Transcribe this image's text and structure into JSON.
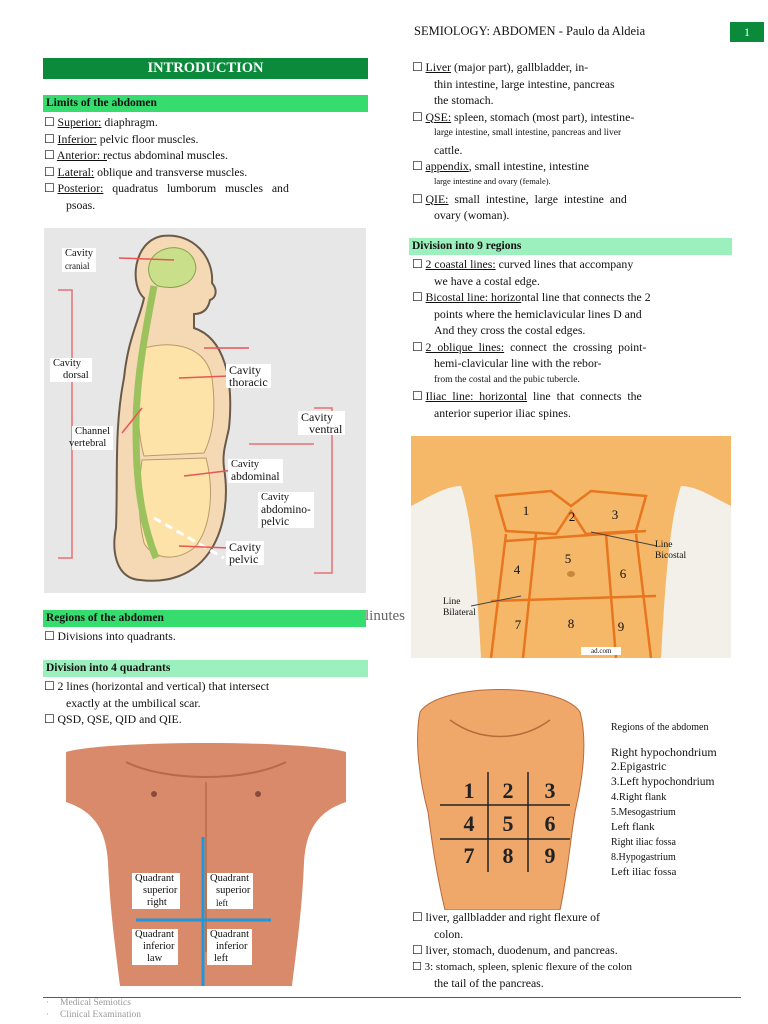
{
  "header": {
    "title": "SEMIOLOGY: ABDOMEN - Paulo da Aldeia",
    "page_number": "1"
  },
  "intro": {
    "title": "INTRODUCTION"
  },
  "limits": {
    "title": "Limits of the abdomen",
    "items": [
      {
        "u": "Superior:",
        "rest": " diaphragm."
      },
      {
        "u": "Inferior:",
        "rest": " pelvic floor muscles."
      },
      {
        "u": "Anterior: r",
        "rest": "ectus abdominal muscles."
      },
      {
        "u": "Lateral:",
        "rest": " oblique and transverse muscles."
      },
      {
        "u": "Posterior:",
        "rest": "   quadratus   lumborum   muscles   and"
      }
    ],
    "cont": "psoas."
  },
  "body_figure": {
    "cavity_cranial": [
      "Cavity",
      "cranial"
    ],
    "cavity_dorsal": [
      "Cavity",
      "dorsal"
    ],
    "channel_vertebral": [
      "Channel",
      "vertebral"
    ],
    "cavity_thoracic": [
      "Cavity",
      "thoracic"
    ],
    "cavity_ventral": [
      "Cavity",
      "ventral"
    ],
    "cavity_abdominal": [
      "Cavity",
      "abdominal"
    ],
    "cavity_abdominopelvic": [
      "Cavity",
      "abdomino-",
      "pelvic"
    ],
    "cavity_pelvic": [
      "Cavity",
      "pelvic"
    ]
  },
  "regions": {
    "title": "Regions of the abdomen",
    "item": "Divisions into quadrants."
  },
  "quadrants": {
    "title": "Division into 4 quadrants",
    "lines": [
      "2 lines (horizontal and vertical) that intersect",
      "exactly at the umbilical scar.",
      "QSD, QSE, QID and QIE."
    ]
  },
  "torso4": {
    "q1": [
      "Quadrant",
      "superior",
      "right"
    ],
    "q2": [
      "Quadrant",
      "superior",
      "left"
    ],
    "q3": [
      "Quadrant",
      "inferior",
      "law"
    ],
    "q4": [
      "Quadrant",
      "inferior",
      "left"
    ]
  },
  "organs": {
    "liver_u": "Liver",
    "liver_rest": " (major part), gallbladder, in-",
    "liver_l2": "thin intestine, large intestine, pancreas",
    "liver_l3": "the stomach.",
    "qse_u": "QSE:",
    "qse_rest": " spleen, stomach (most part), intestine-",
    "qse_l2": "large intestine, small intestine, pancreas and liver",
    "qse_l3": "cattle.",
    "app_u": "appendix",
    "app_rest": ", small intestine, intestine",
    "app_l2": "large intestine and ovary (female).",
    "qie_u": "QIE:",
    "qie_rest": "  small  intestine,  large  intestine  and",
    "qie_l2": "ovary (woman)."
  },
  "nine": {
    "title": "Division into 9 regions",
    "l1_u": "2 coastal lines:",
    "l1_rest": " curved lines that accompany",
    "l1_c": "we have a costal edge.",
    "l2_u": "Bicostal line: horizo",
    "l2_rest": "ntal line that connects the 2",
    "l2_c1": "points where the hemiclavicular lines D and",
    "l2_c2": "And they cross the costal edges.",
    "l3_u": "2  oblique  lines:",
    "l3_rest": "  connect  the  crossing  point-",
    "l3_c1": "hemi-clavicular line with the rebor-",
    "l3_c2": "from the costal and the pubic tubercle.",
    "l4_u": "Iliac  line:  horizontal",
    "l4_rest": "  line  that  connects  the",
    "l4_c": "anterior superior iliac spines."
  },
  "torso9": {
    "nums": [
      "1",
      "2",
      "3",
      "4",
      "5",
      "6",
      "7",
      "8",
      "9"
    ],
    "line_bicostal": [
      "Line",
      "Bicostal"
    ],
    "line_bilateral": [
      "Line",
      "Bilateral"
    ],
    "credit": "ad.com"
  },
  "grid9": {
    "nums": [
      "1",
      "2",
      "3",
      "4",
      "5",
      "6",
      "7",
      "8",
      "9"
    ]
  },
  "region_list": {
    "title": "Regions of the abdomen",
    "items": [
      "Right hypochondrium",
      "2.Epigastric",
      "3.Left hypochondrium",
      "4.Right flank",
      "5.Mesogastrium",
      "Left flank",
      "Right iliac fossa",
      "8.Hypogastrium",
      "Left iliac fossa"
    ]
  },
  "bottom": {
    "b1": "liver, gallbladder and right flexure of",
    "b1c": "colon.",
    "b2": "liver, stomach, duodenum, and pancreas.",
    "b3": "3: stomach, spleen, splenic flexure of the colon",
    "b3c": "the tail of the pancreas."
  },
  "watermark": "linutes",
  "footer": {
    "items": [
      "Medical Semiotics",
      "Clinical Examination"
    ]
  },
  "colors": {
    "green": "#0a8a3a",
    "bright_green": "#36dc6e",
    "light_green": "#9cf0bd",
    "skin": "#e8b07a",
    "region_line": "#e8761f",
    "quadrant_line": "#2196d8"
  }
}
